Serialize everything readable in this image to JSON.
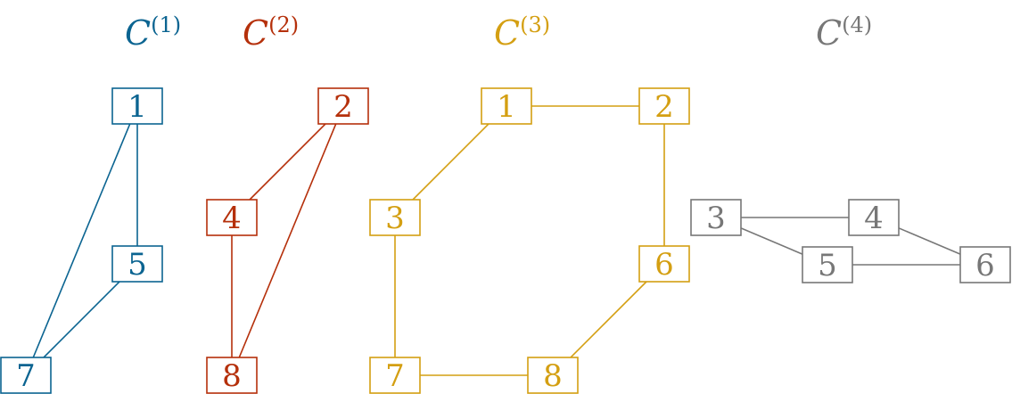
{
  "clusters": [
    {
      "title": "C",
      "sup": "(1)",
      "color": "#0b6491",
      "nodes": [
        "1",
        "5",
        "7"
      ],
      "edges": [
        [
          "1",
          "5"
        ],
        [
          "1",
          "7"
        ],
        [
          "5",
          "7"
        ]
      ]
    },
    {
      "title": "C",
      "sup": "(2)",
      "color": "#b5300b",
      "nodes": [
        "2",
        "4",
        "8"
      ],
      "edges": [
        [
          "2",
          "4"
        ],
        [
          "2",
          "8"
        ],
        [
          "4",
          "8"
        ]
      ]
    },
    {
      "title": "C",
      "sup": "(3)",
      "color": "#d49f12",
      "nodes": [
        "1",
        "2",
        "3",
        "6",
        "7",
        "8"
      ],
      "edges": [
        [
          "1",
          "2"
        ],
        [
          "1",
          "3"
        ],
        [
          "2",
          "6"
        ],
        [
          "3",
          "7"
        ],
        [
          "7",
          "8"
        ],
        [
          "8",
          "6"
        ]
      ]
    },
    {
      "title": "C",
      "sup": "(4)",
      "color": "#777777",
      "nodes": [
        "3",
        "4",
        "5",
        "6"
      ],
      "edges": [
        [
          "3",
          "4"
        ],
        [
          "3",
          "5"
        ],
        [
          "4",
          "6"
        ],
        [
          "5",
          "6"
        ]
      ]
    }
  ]
}
